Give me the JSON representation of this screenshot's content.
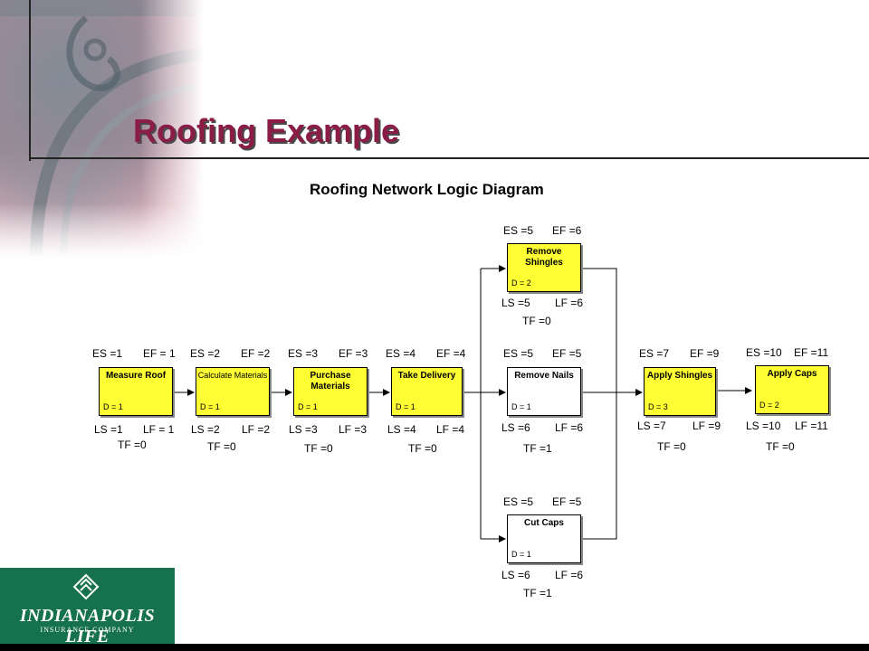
{
  "slide": {
    "title": "Roofing Example",
    "diagram_title": "Roofing Network Logic Diagram"
  },
  "tasks": [
    {
      "name": "Measure Roof",
      "duration": "D = 1",
      "es": "ES =1",
      "ef": "EF = 1",
      "ls": "LS =1",
      "lf": "LF = 1",
      "tf": "TF =0",
      "fill": "yellow"
    },
    {
      "name": "Calculate Materials",
      "duration": "D = 1",
      "es": "ES =2",
      "ef": "EF =2",
      "ls": "LS =2",
      "lf": "LF =2",
      "tf": "TF =0",
      "fill": "yellow"
    },
    {
      "name": "Purchase Materials",
      "duration": "D = 1",
      "es": "ES =3",
      "ef": "EF =3",
      "ls": "LS =3",
      "lf": "LF =3",
      "tf": "TF =0",
      "fill": "yellow"
    },
    {
      "name": "Take Delivery",
      "duration": "D = 1",
      "es": "ES =4",
      "ef": "EF =4",
      "ls": "LS =4",
      "lf": "LF =4",
      "tf": "TF =0",
      "fill": "yellow"
    },
    {
      "name": "Remove Shingles",
      "duration": "D = 2",
      "es": "ES =5",
      "ef": "EF =6",
      "ls": "LS =5",
      "lf": "LF =6",
      "tf": "TF =0",
      "fill": "yellow"
    },
    {
      "name": "Remove Nails",
      "duration": "D = 1",
      "es": "ES =5",
      "ef": "EF =5",
      "ls": "LS =6",
      "lf": "LF =6",
      "tf": "TF =1",
      "fill": "white"
    },
    {
      "name": "Cut Caps",
      "duration": "D = 1",
      "es": "ES =5",
      "ef": "EF =5",
      "ls": "LS =6",
      "lf": "LF =6",
      "tf": "TF =1",
      "fill": "white"
    },
    {
      "name": "Apply Shingles",
      "duration": "D = 3",
      "es": "ES =7",
      "ef": "EF =9",
      "ls": "LS =7",
      "lf": "LF =9",
      "tf": "TF =0",
      "fill": "yellow"
    },
    {
      "name": "Apply Caps",
      "duration": "D = 2",
      "es": "ES =10",
      "ef": "EF =11",
      "ls": "LS =10",
      "lf": "LF =11",
      "tf": "TF =0",
      "fill": "yellow"
    }
  ],
  "logo": {
    "brand": "INDIANAPOLIS LIFE",
    "subtitle": "INSURANCE COMPANY"
  },
  "colors": {
    "title": "#8b1c46",
    "critical_task": "#ffff33",
    "noncritical_task": "#ffffff",
    "logo_background": "#16714f"
  }
}
